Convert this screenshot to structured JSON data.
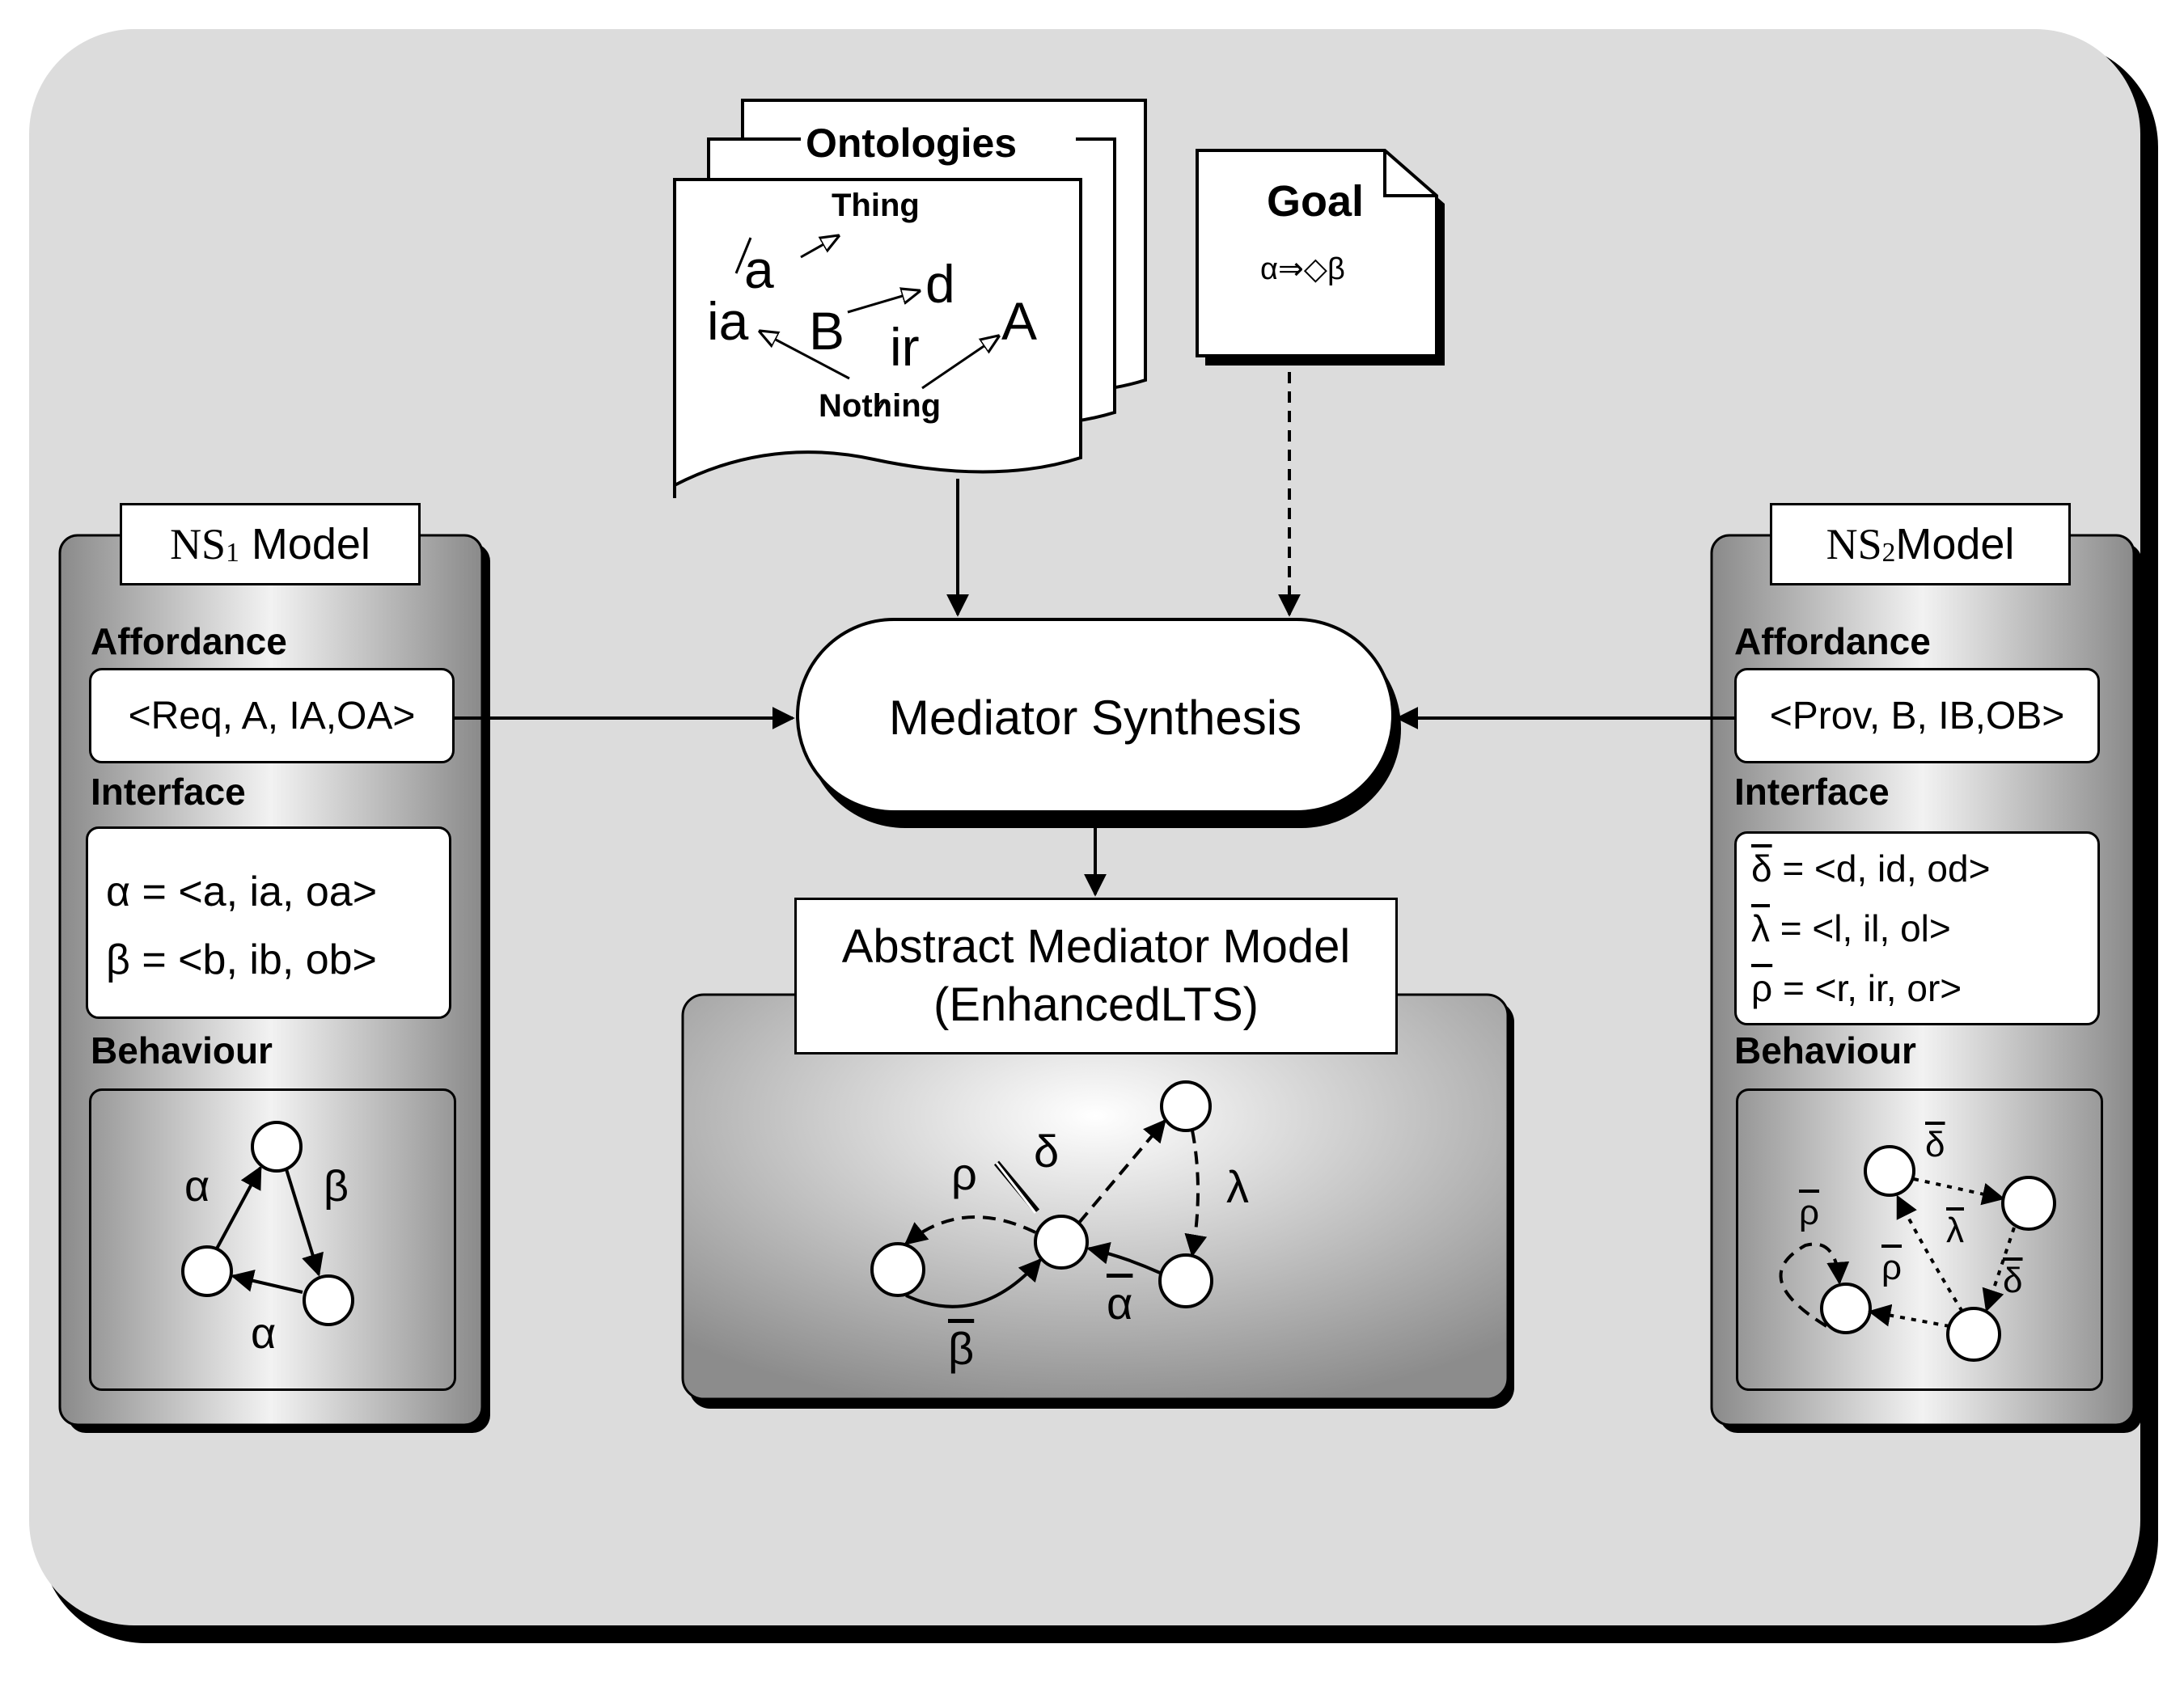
{
  "ontologies": {
    "title": "Ontologies",
    "thing": "Thing",
    "nothing": "Nothing",
    "nodes": {
      "a": "a",
      "ia": "ia",
      "b": "B",
      "d": "d",
      "ir": "ir",
      "A": "A"
    }
  },
  "goal": {
    "title": "Goal",
    "formula": "α⇒◇β"
  },
  "mediator_synthesis": {
    "label": "Mediator Synthesis"
  },
  "abstract_model": {
    "title_line1": "Abstract Mediator Model",
    "title_line2": "(EnhancedLTS)",
    "labels": {
      "rho": "ρ",
      "delta": "δ",
      "lambda": "λ",
      "alpha_bar": "α",
      "beta_bar": "β"
    }
  },
  "ns1": {
    "title_ns": "NS",
    "title_sub": "1",
    "title_model": "Model",
    "affordance_label": "Affordance",
    "affordance_value": "<Req, A, IA,OA>",
    "interface_label": "Interface",
    "interface_alpha": "α = <a, ia, oa>",
    "interface_beta": "β = <b, ib, ob>",
    "behaviour_label": "Behaviour",
    "behaviour_labels": {
      "alpha_left": "α",
      "beta": "β",
      "alpha_bottom": "α"
    }
  },
  "ns2": {
    "title_ns": "NS",
    "title_sub": "2",
    "title_model": "Model",
    "affordance_label": "Affordance",
    "affordance_value": "<Prov, B, IB,OB>",
    "interface_label": "Interface",
    "interface_delta_sym": "δ",
    "interface_delta_rest": " = <d, id, od>",
    "interface_lambda_sym": "λ",
    "interface_lambda_rest": " = <l, il, ol>",
    "interface_rho_sym": "ρ",
    "interface_rho_rest": " = <r, ir, or>",
    "behaviour_label": "Behaviour",
    "behaviour_labels": {
      "delta_top": "δ",
      "lambda": "λ",
      "rho_left": "ρ",
      "rho_mid": "ρ",
      "delta_right": "δ"
    }
  }
}
